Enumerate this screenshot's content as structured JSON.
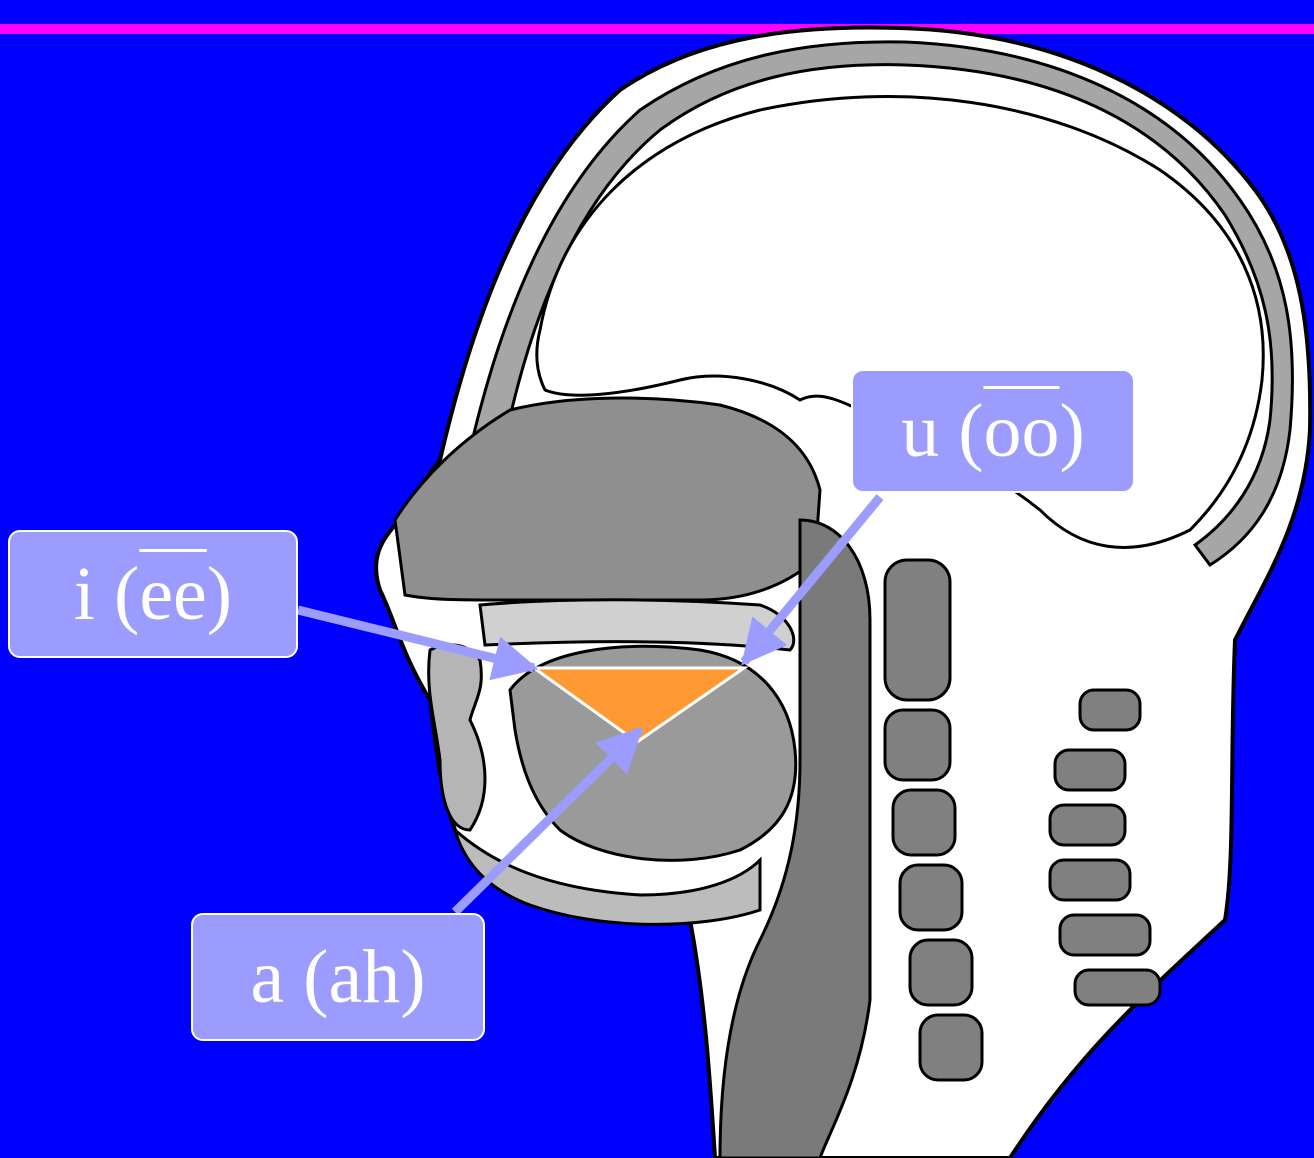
{
  "colors": {
    "background": "#0000ff",
    "top_stripe": "#ff00ff",
    "label_fill": "#9c9cff",
    "label_text": "#ffffff",
    "vowel_triangle": "#ff9933",
    "pointer_arrows": "#9c9cff"
  },
  "labels": {
    "i": {
      "prefix": "i (",
      "overlined": "ee",
      "suffix": ")"
    },
    "u": {
      "prefix": "u (",
      "overlined": "oo",
      "suffix": ")"
    },
    "a": {
      "text": "a (ah)"
    }
  },
  "illustration": "head-sagittal-section-icon"
}
